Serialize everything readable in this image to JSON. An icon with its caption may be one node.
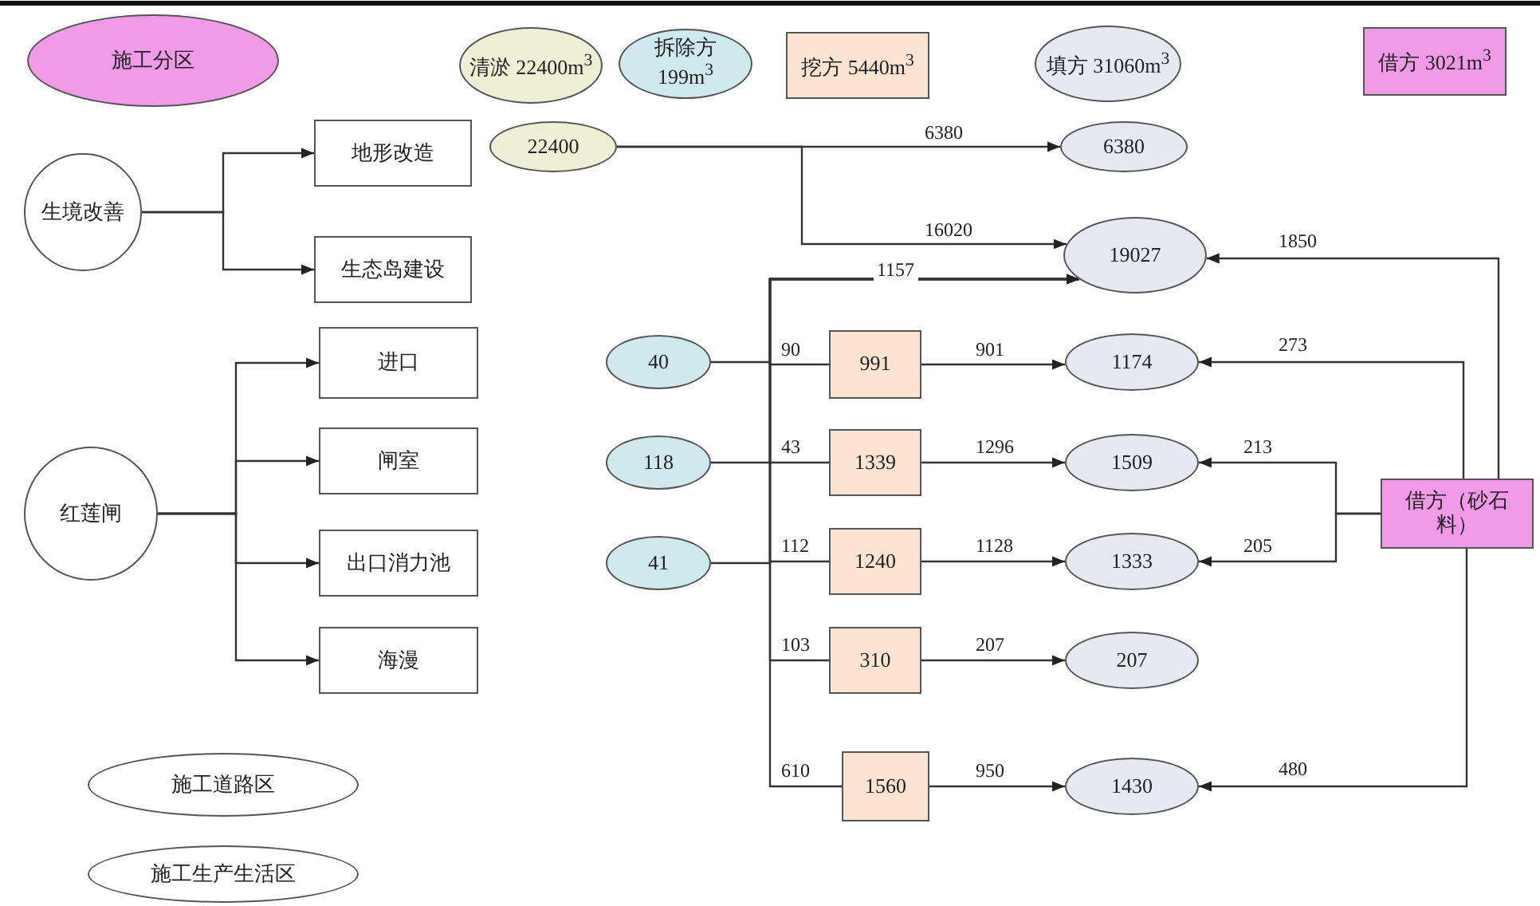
{
  "diagram": {
    "nodes": [
      {
        "text": [
          "施工分区"
        ]
      },
      {
        "text": [
          "清淤 22400m$^{3}$"
        ]
      },
      {
        "text": [
          "拆除方 199m$^{3}$"
        ]
      },
      {
        "text": [
          "挖方 5440m$^{3}$"
        ]
      },
      {
        "text": [
          "填方 31060m$^{3}$"
        ]
      },
      {
        "text": [
          "借方 3021m$^{3}$"
        ]
      },
      {
        "text": [
          "生境改善"
        ]
      },
      {
        "text": [
          "22400"
        ]
      },
      {
        "text": [
          "地形改造"
        ]
      },
      {
        "text": [
          "6380"
        ]
      },
      {
        "text": [
          "生态岛建设"
        ]
      },
      {
        "text": [
          "19027"
        ]
      },
      {
        "text": [
          "40"
        ]
      },
      {
        "text": [
          "991"
        ]
      },
      {
        "text": [
          "1174"
        ]
      },
      {
        "text": [
          "进口"
        ]
      },
      {
        "text": [
          "闸室"
        ]
      },
      {
        "text": [
          "118"
        ]
      },
      {
        "text": [
          "1339"
        ]
      },
      {
        "text": [
          "1509"
        ]
      },
      {
        "text": [
          "借方（砂石料）"
        ]
      },
      {
        "text": [
          "红莲闸"
        ]
      },
      {
        "text": [
          "出口消力池"
        ]
      },
      {
        "text": [
          "41"
        ]
      },
      {
        "text": [
          "1240"
        ]
      },
      {
        "text": [
          "1333"
        ]
      },
      {
        "text": [
          "海漫"
        ]
      },
      {
        "text": [
          "310"
        ]
      },
      {
        "text": [
          "207"
        ]
      },
      {
        "text": [
          "施工道路区"
        ]
      },
      {
        "text": [
          "1560"
        ]
      },
      {
        "text": [
          "1430"
        ]
      },
      {
        "text": [
          "施工生产生活区"
        ]
      }
    ],
    "edges": [
      {
        "from": 6,
        "to": 8,
        "arrow": "to"
      },
      {
        "from": 6,
        "to": 10,
        "arrow": "to"
      },
      {
        "from": 21,
        "to": 15,
        "arrow": "to"
      },
      {
        "from": 21,
        "to": 16,
        "arrow": "to"
      },
      {
        "from": 21,
        "to": 22,
        "arrow": "to"
      },
      {
        "from": 21,
        "to": 26,
        "arrow": "to"
      },
      {
        "from": 7,
        "to": 9,
        "arrow": "to",
        "label": "6380"
      },
      {
        "from": 7,
        "to": 11,
        "arrow": "to",
        "label": "16020"
      },
      {
        "from": 12,
        "to": 11,
        "arrow": "to"
      },
      {
        "from": 17,
        "to": 11,
        "arrow": "to"
      },
      {
        "from": 23,
        "to": 11,
        "arrow": "to"
      },
      {
        "from": 13,
        "to": 11,
        "arrow": "to",
        "label": "90"
      },
      {
        "from": 18,
        "to": 11,
        "arrow": "to",
        "label": "43"
      },
      {
        "from": 24,
        "to": 11,
        "arrow": "to",
        "label": "112"
      },
      {
        "from": 27,
        "to": 11,
        "arrow": "to",
        "label": "103"
      },
      {
        "from": 30,
        "to": 11,
        "arrow": "to",
        "label": "610"
      },
      {
        "from": 13,
        "to": 14,
        "arrow": "to",
        "label": "901"
      },
      {
        "from": 18,
        "to": 19,
        "arrow": "to",
        "label": "1296"
      },
      {
        "from": 24,
        "to": 25,
        "arrow": "to",
        "label": "1128"
      },
      {
        "from": 27,
        "to": 28,
        "arrow": "to",
        "label": "207"
      },
      {
        "from": 30,
        "to": 31,
        "arrow": "to",
        "label": "950"
      },
      {
        "from": 20,
        "to": 11,
        "arrow": "to",
        "label": "1850"
      },
      {
        "from": 20,
        "to": 14,
        "arrow": "to",
        "label": "273"
      },
      {
        "from": 20,
        "to": 19,
        "arrow": "to",
        "label": "213"
      },
      {
        "from": 20,
        "to": 25,
        "arrow": "to",
        "label": "205"
      },
      {
        "from": 20,
        "to": 31,
        "arrow": "to",
        "label": "480"
      }
    ],
    "labels": [
      "1157"
    ]
  }
}
